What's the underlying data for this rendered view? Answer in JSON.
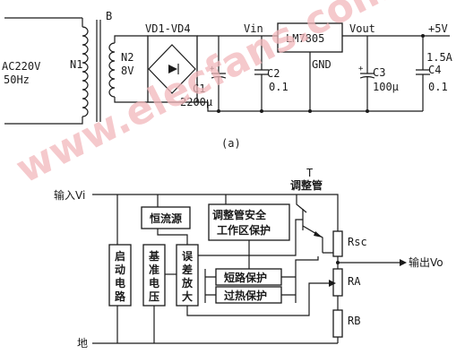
{
  "top_circuit": {
    "transformer_label": "B",
    "ac_input_line1": "AC220V",
    "ac_input_line2": "50Hz",
    "primary_label": "N1",
    "secondary_label": "N2",
    "secondary_voltage": "8V",
    "bridge_label": "VD1-VD4",
    "c1_label": "C1",
    "c1_value": "2200μ",
    "vin_label": "Vin",
    "c2_label": "C2",
    "c2_value": "0.1",
    "regulator_label": "LM7805",
    "gnd_label": "GND",
    "vout_label": "Vout",
    "c3_label": "C3",
    "c3_value": "100μ",
    "output_voltage": "+5V",
    "output_current": "1.5A",
    "c4_label": "C4",
    "c4_value": "0.1",
    "caption": "(a)"
  },
  "bottom_circuit": {
    "input_label": "输入Vi",
    "ground_label": "地",
    "transistor_label": "T",
    "transistor_name": "调整管",
    "current_source_label": "恒流源",
    "safe_area_line1": "调整管安全",
    "safe_area_line2": "工作区保护",
    "startup_label": [
      "启",
      "动",
      "电",
      "路"
    ],
    "reference_label": [
      "基",
      "准",
      "电",
      "压"
    ],
    "error_amp_label": [
      "误",
      "差",
      "放",
      "大"
    ],
    "short_circuit_label": "短路保护",
    "thermal_label": "过热保护",
    "rsc_label": "Rsc",
    "ra_label": "RA",
    "rb_label": "RB",
    "output_label": "输出Vo"
  },
  "watermark": "www.elecfans.com"
}
